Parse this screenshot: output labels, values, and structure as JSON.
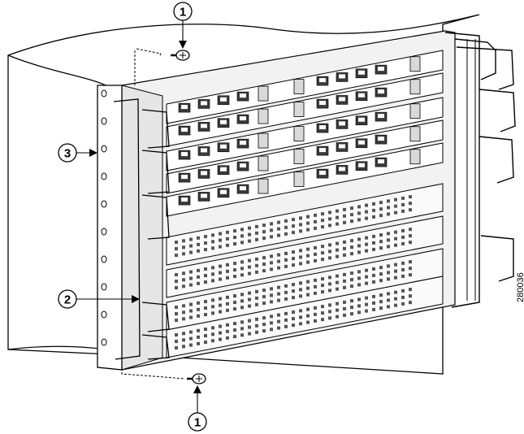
{
  "figure": {
    "figure_id": "280036",
    "callouts": [
      {
        "id": "screw-top",
        "label": "1"
      },
      {
        "id": "screw-bottom",
        "label": "1"
      },
      {
        "id": "cable-guide",
        "label": "2"
      },
      {
        "id": "rack-ear",
        "label": "3"
      }
    ],
    "colors": {
      "line": "#000000",
      "cabinet_fill": "#ffffff",
      "chassis_face": "#f2f2f2",
      "port_fill": "#3a3a3a",
      "shade": "#bdbdbd"
    },
    "icons": [
      "screw-icon",
      "cable-management-bracket",
      "rack-mount-ear"
    ]
  }
}
